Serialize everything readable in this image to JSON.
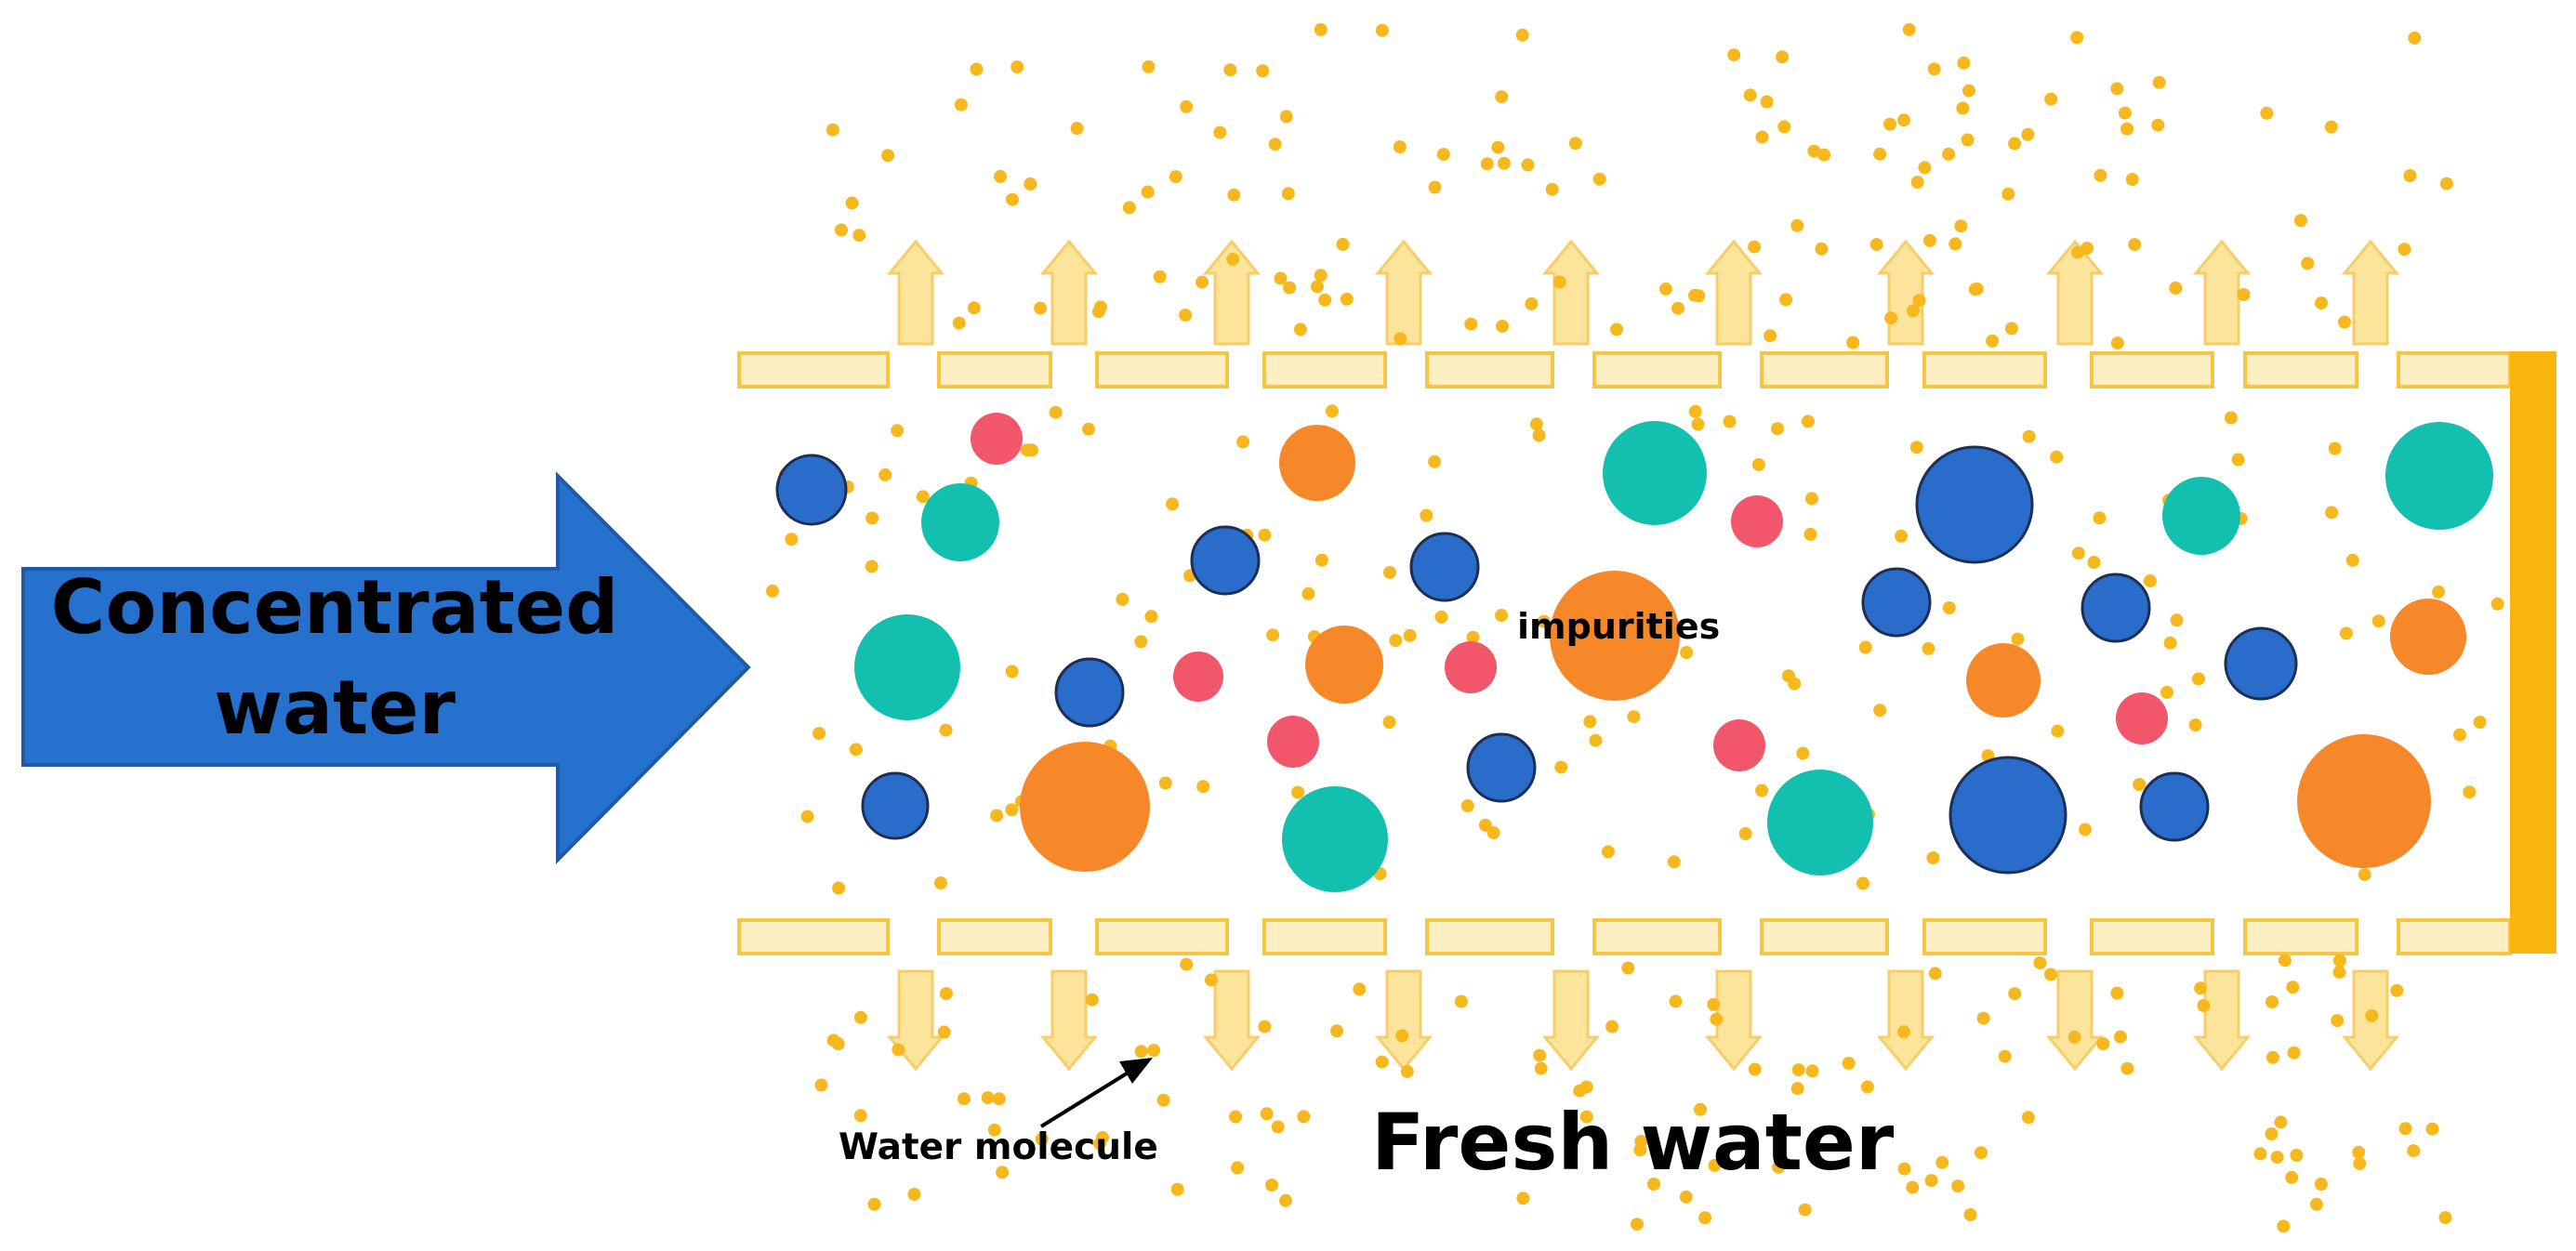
{
  "labels": {
    "concentrated_line1": "Concentrated",
    "concentrated_line2": "water",
    "impurities": "impurities",
    "water_molecule": "Water molecule",
    "fresh_water": "Fresh water"
  },
  "colors": {
    "inflow_arrow": "#2771ce",
    "inflow_arrow_stroke": "#1f5aa3",
    "membrane_fill": "#fdefc4",
    "membrane_stroke": "#f7c544",
    "end_cap": "#f9b50e",
    "flow_arrow_fill": "#fde49b",
    "flow_arrow_stroke": "#f7cd6a",
    "water_dot": "#f6b81d",
    "impurity_blue": "#2a6cc9",
    "impurity_teal": "#13bfaf",
    "impurity_orange": "#f6882a",
    "impurity_red": "#f1566a"
  }
}
